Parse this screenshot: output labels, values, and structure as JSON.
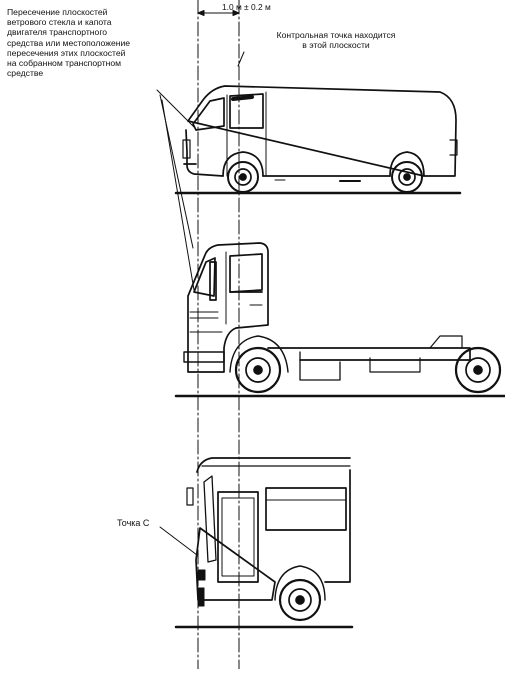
{
  "figure": {
    "label_intersection": "Пересечение плоскостей\nветрового стекла и капота\nдвигателя транспортного\nсредства или местоположение\nпересечения этих плоскостей\nна собранном транспортном\nсредстве",
    "label_reference_plane": "Контрольная точка находится\nв этой плоскости",
    "label_dimension": "1.0 м ± 0.2 м",
    "label_point_c": "Точка С"
  },
  "vehicles": [
    "van-side-view",
    "truck-cab-chassis-side-view",
    "bus-front-side-view"
  ]
}
